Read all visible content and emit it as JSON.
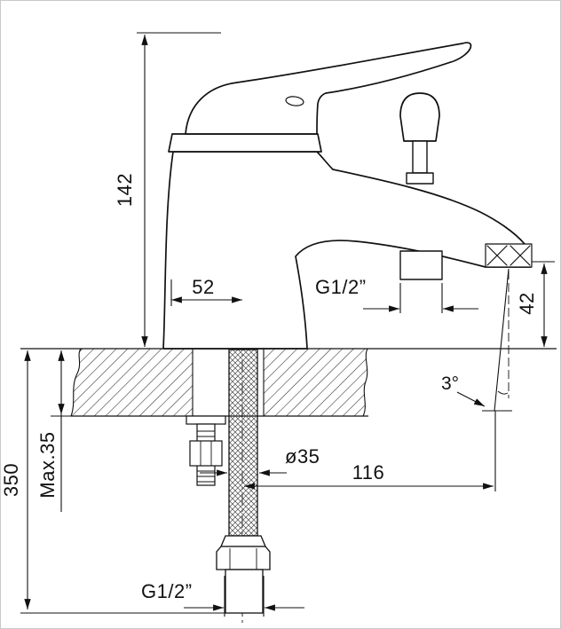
{
  "drawing": {
    "title": "bath-mixer-installation-drawing",
    "labels": {
      "d142": "142",
      "d52": "52",
      "g12_top": "G1/2”",
      "d42": "42",
      "d350": "350",
      "max35": "Max.35",
      "dia35": "ø35",
      "d116": "116",
      "angle3": "3°",
      "g12_bottom": "G1/2”"
    }
  }
}
